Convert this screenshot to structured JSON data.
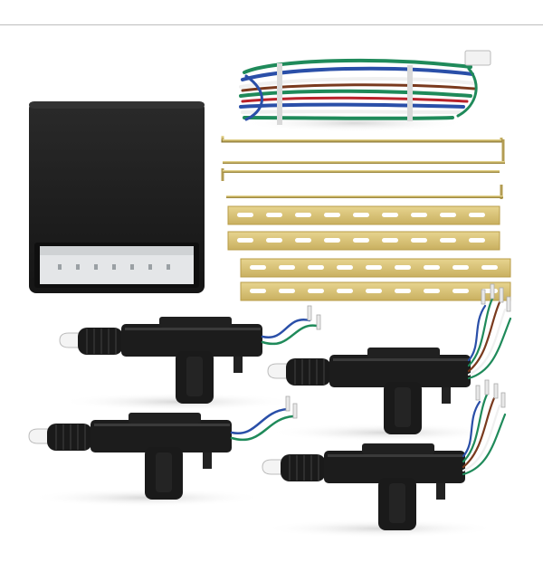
{
  "product": {
    "kit": "central-locking-kit",
    "components": [
      "control-module",
      "wiring-harness",
      "connecting-rods",
      "mounting-brackets",
      "door-lock-actuators"
    ],
    "actuator_count": 4,
    "rod_count": 4,
    "bracket_count": 4
  },
  "colors": {
    "background": "#ffffff",
    "rule": "#bdbdbd",
    "plastic": "#1c1c1c",
    "plastic_shadow": "#0e0e0e",
    "connector": "#e6e8ea",
    "rod": "#c8b46a",
    "bracket": "#d8c27a",
    "wire_green": "#1f8a5a",
    "wire_blue": "#2a4fa8",
    "wire_white": "#f2f2f2",
    "wire_brown": "#7a3a1e",
    "wire_red": "#b8222a"
  }
}
